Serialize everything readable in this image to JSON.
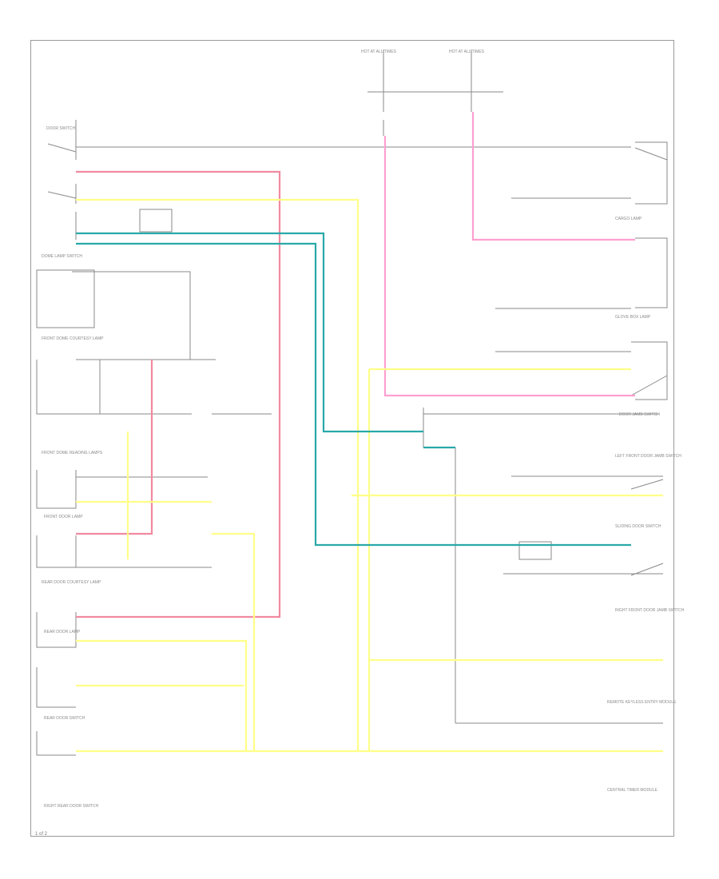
{
  "diagram": {
    "page_number": "1 of 2",
    "wire_colors": {
      "pink": "#ff9fd0",
      "red_pink": "#f08aa0",
      "yellow": "#ffff88",
      "teal": "#2aa8a8",
      "gray": "#8a8a8a"
    },
    "fuse_labels": [
      "HOT AT ALL TIMES",
      "HOT AT ALL TIMES"
    ],
    "components": [
      "DOOR SWITCH",
      "DOME LAMP SWITCH",
      "FRONT DOME COURTESY LAMP",
      "FRONT DOME READING LAMPS",
      "FRONT DOOR LAMP",
      "REAR DOOR COURTESY LAMP",
      "REAR DOOR LAMP",
      "REAR DOOR SWITCH",
      "RIGHT REAR DOOR SWITCH",
      "CARGO LAMP",
      "GLOVE BOX LAMP",
      "DOOR JAMB SWITCH",
      "LEFT FRONT DOOR JAMB SWITCH",
      "RIGHT FRONT DOOR JAMB SWITCH",
      "SLIDING DOOR SWITCH",
      "REMOTE KEYLESS ENTRY MODULE",
      "CENTRAL TIMER MODULE"
    ]
  }
}
